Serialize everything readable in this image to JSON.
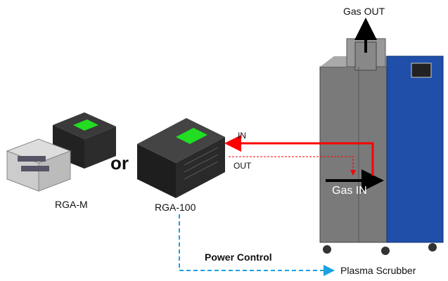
{
  "labels": {
    "gas_out": "Gas OUT",
    "gas_in": "Gas IN",
    "in": "IN",
    "out": "OUT",
    "or": "or",
    "rga_m": "RGA-M",
    "rga_100": "RGA-100",
    "power_control": "Power Control",
    "plasma_scrubber": "Plasma Scrubber"
  },
  "colors": {
    "in_line": "#ff0000",
    "out_line": "#ff0000",
    "power_line": "#1ba1e2",
    "scrubber_blue": "#1f4fa8",
    "cabinet_gray": "#7a7a7a",
    "screen_green": "#22dd22"
  }
}
